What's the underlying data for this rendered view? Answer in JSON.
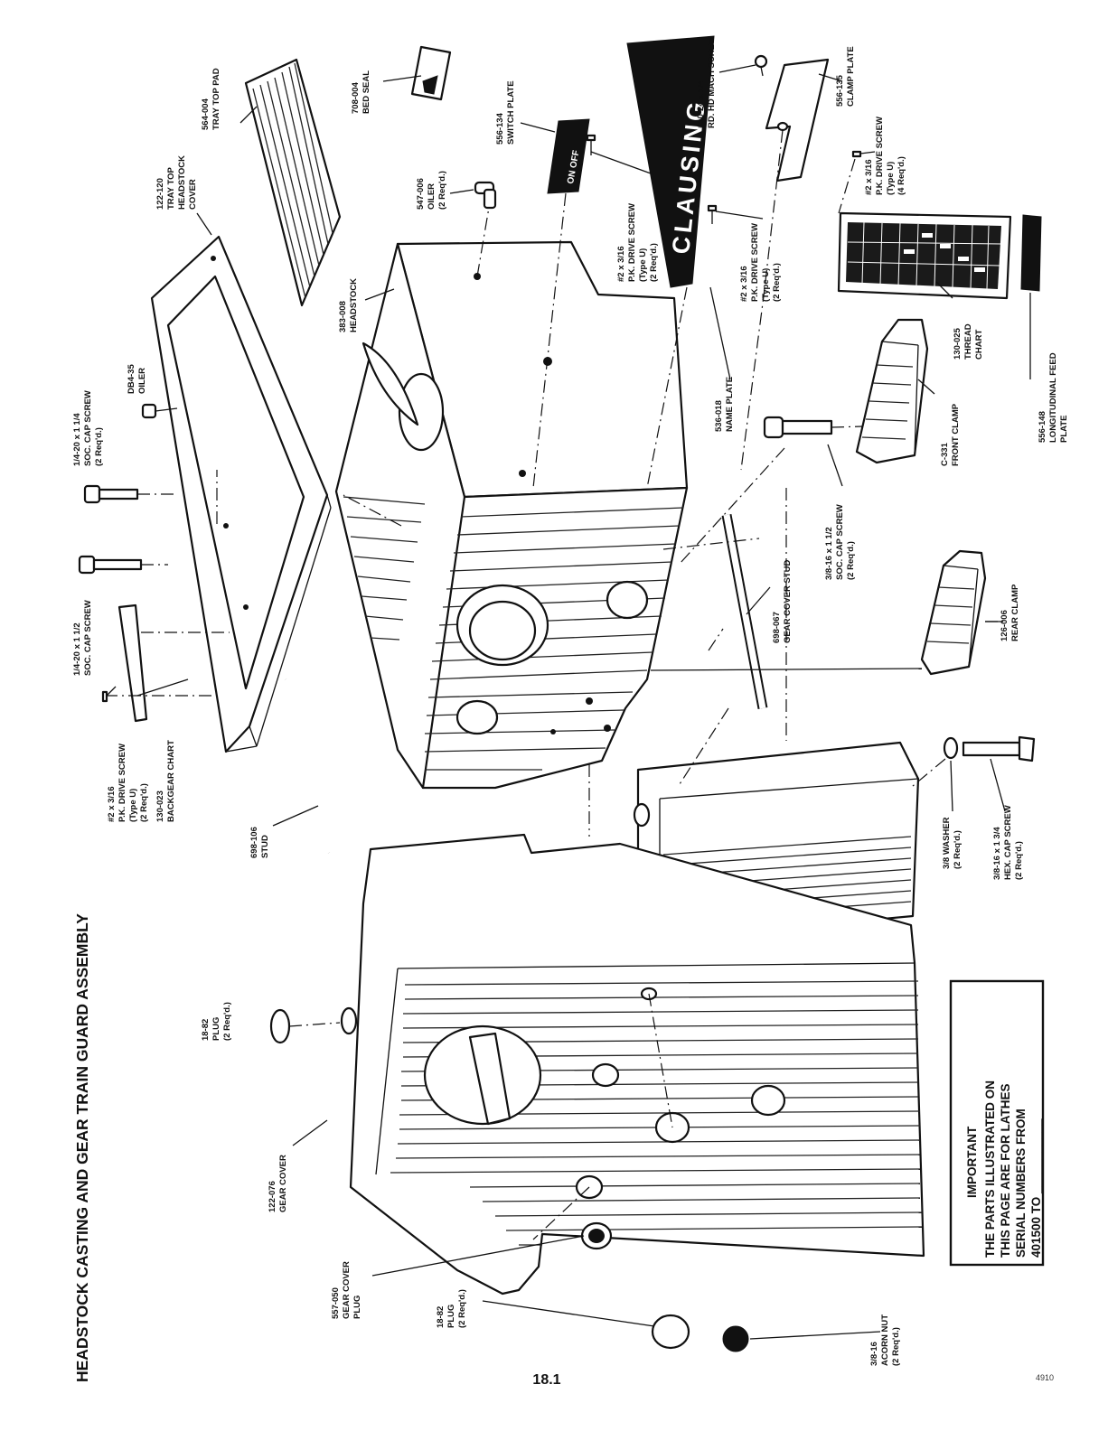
{
  "title": "HEADSTOCK CASTING AND GEAR TRAIN GUARD ASSEMBLY",
  "page_number": "18.1",
  "doc_code": "4910",
  "nameplate_text": "CLAUSING",
  "switch_text": "ON OFF",
  "notice": {
    "heading": "IMPORTANT",
    "lines": [
      "THE PARTS ILLUSTRATED ON",
      "THIS PAGE ARE FOR LATHES",
      "SERIAL NUMBERS FROM",
      "401500 TO ___________"
    ]
  },
  "labels": {
    "tray_top_pad": [
      "564-004",
      "TRAY TOP PAD"
    ],
    "bed_seal": [
      "708-004",
      "BED SEAL"
    ],
    "switch_plate": [
      "556-134",
      "SWITCH PLATE"
    ],
    "mach_screw": [
      "#10-24 x 1/4",
      "RD. HD MACH SCREW"
    ],
    "clamp_plate": [
      "556-135",
      "CLAMP PLATE"
    ],
    "headstock_cover": [
      "122-120",
      "TRAY TOP",
      "HEADSTOCK",
      "COVER"
    ],
    "oiler_547": [
      "547-006",
      "OILER",
      "(2 Req'd.)"
    ],
    "drive_screw_a": [
      "#2 x 3/16",
      "P.K. DRIVE SCREW",
      "(Type U)",
      "(2 Req'd.)"
    ],
    "drive_screw_b": [
      "#2 x 3/16",
      "P.K. DRIVE SCREW",
      "(Type U)",
      "(2 Req'd.)"
    ],
    "drive_screw_c": [
      "#2 x 3/16",
      "P.K. DRIVE SCREW",
      "(Type U)",
      "(4 Req'd.)"
    ],
    "drive_screw_d": [
      "#2 x 3/16",
      "P.K. DRIVE SCREW",
      "(Type U)",
      "(2 Req'd.)"
    ],
    "headstock": [
      "383-008",
      "HEADSTOCK"
    ],
    "oiler_db4": [
      "DB4-35",
      "OILER"
    ],
    "soc_cap_1_1_4": [
      "1/4-20 x 1 1/4",
      "SOC. CAP SCREW",
      "(2 Req'd.)"
    ],
    "soc_cap_1_1_2": [
      "1/4-20 x 1 1/2",
      "SOC. CAP SCREW"
    ],
    "name_plate": [
      "536-018",
      "NAME PLATE"
    ],
    "thread_chart": [
      "130-025",
      "THREAD",
      "CHART"
    ],
    "feed_plate": [
      "556-148",
      "LONGITUDINAL FEED",
      "PLATE"
    ],
    "front_clamp": [
      "C-331",
      "FRONT CLAMP"
    ],
    "soc_cap_3_8": [
      "3/8-16 x 1 1/2",
      "SOC. CAP SCREW",
      "(2 Req'd.)"
    ],
    "gear_cover_stud": [
      "698-067",
      "GEAR COVER STUD"
    ],
    "rear_clamp": [
      "126-006",
      "REAR CLAMP"
    ],
    "backgear_chart": [
      "130-023",
      "BACKGEAR CHART"
    ],
    "stud": [
      "698-106",
      "STUD"
    ],
    "washer": [
      "3/8 WASHER",
      "(2 Req'd.)"
    ],
    "hex_cap": [
      "3/8-16 x 1 3/4",
      "HEX. CAP SCREW",
      "(2 Req'd.)"
    ],
    "plug_top": [
      "18-82",
      "PLUG",
      "(2 Req'd.)"
    ],
    "gear_cover": [
      "122-076",
      "GEAR COVER"
    ],
    "gear_cover_plug": [
      "557-050",
      "GEAR COVER",
      "PLUG"
    ],
    "plug_bottom": [
      "18-82",
      "PLUG",
      "(2 Req'd.)"
    ],
    "acorn_nut": [
      "3/8-16",
      "ACORN NUT",
      "(2 Req'd.)"
    ]
  }
}
